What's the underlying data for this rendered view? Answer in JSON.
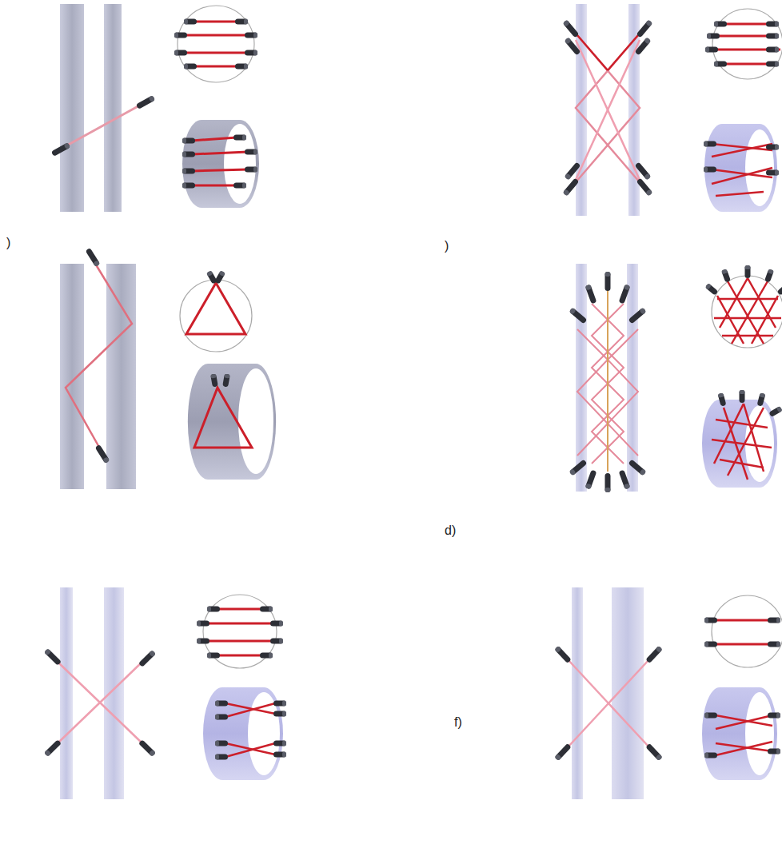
{
  "diagram": {
    "labels": [
      ")",
      ")",
      "d)",
      "f)"
    ]
  }
}
